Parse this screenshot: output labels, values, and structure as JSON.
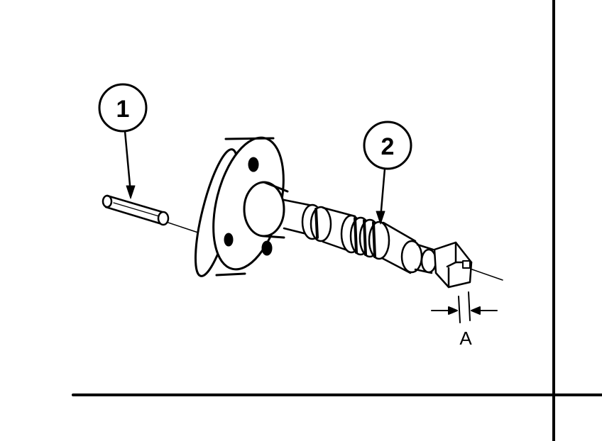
{
  "callouts": [
    {
      "label": "1",
      "part": "pin"
    },
    {
      "label": "2",
      "part": "shaft"
    }
  ],
  "dimension": {
    "label": "A"
  },
  "colors": {
    "ink": "#000000",
    "paper": "#ffffff"
  }
}
